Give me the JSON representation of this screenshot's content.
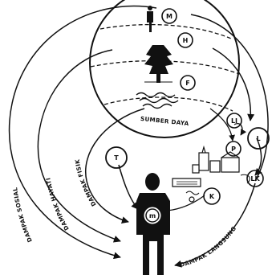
{
  "diagram": {
    "colors": {
      "ink": "#111111",
      "paper": "#ffffff"
    },
    "symbols": {
      "m_top": "M",
      "h": "H",
      "f": "F",
      "t": "T",
      "l": "L",
      "li": "LI",
      "p": "P",
      "k": "K",
      "lk": "LK",
      "m_human": "m"
    },
    "labels": {
      "sumber_daya": "SUMBER DAYA",
      "dampak_sosial": "DAMPAK SOSIAL",
      "dampak_hayati": "DAMPAK HAYATI",
      "dampak_fisik": "DAMPAK FISIK",
      "dampak_langsung": "DAMPAK LANGSUNG"
    },
    "icons": [
      "person-icon",
      "tree-icon",
      "water-icon",
      "city-icon",
      "human-figure-icon"
    ]
  }
}
